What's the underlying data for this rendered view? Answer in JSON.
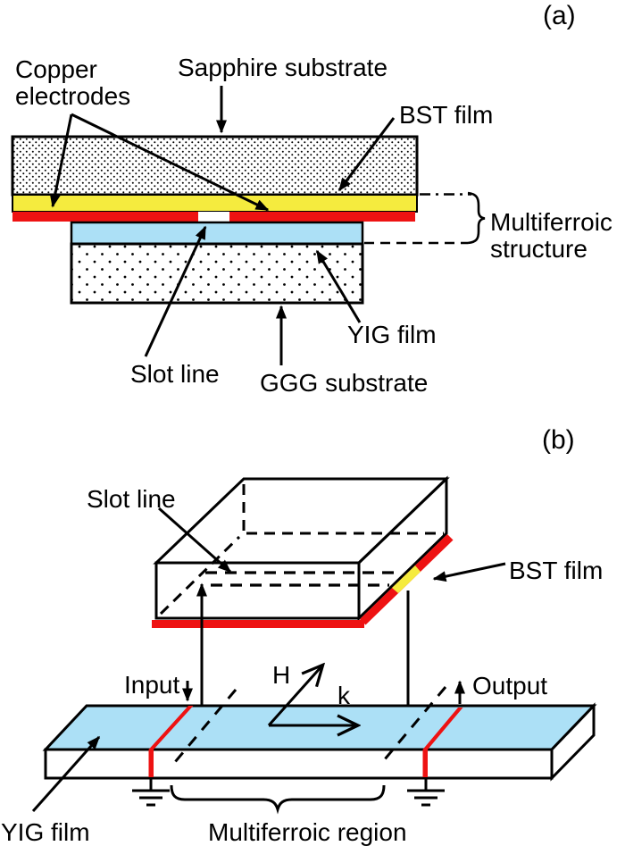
{
  "figure": {
    "panel_a": {
      "tag": "(a)",
      "labels": {
        "copper_line1": "Copper",
        "copper_line2": "electrodes",
        "sapphire": "Sapphire substrate",
        "bst": "BST film",
        "multiferroic_line1": "Multiferroic",
        "multiferroic_line2": "structure",
        "yig": "YIG film",
        "slot": "Slot line",
        "ggg": "GGG substrate"
      }
    },
    "panel_b": {
      "tag": "(b)",
      "labels": {
        "slot": "Slot line",
        "bst": "BST film",
        "input": "Input",
        "output": "Output",
        "h_vector": "H",
        "k_vector": "k",
        "yig": "YIG film",
        "region": "Multiferroic region"
      }
    },
    "colors": {
      "bst_yellow": "#F5EB3E",
      "electrode_red": "#EE1212",
      "yig_blue": "#ACE0F6",
      "ink": "#000000",
      "background": "#FFFFFF"
    }
  }
}
